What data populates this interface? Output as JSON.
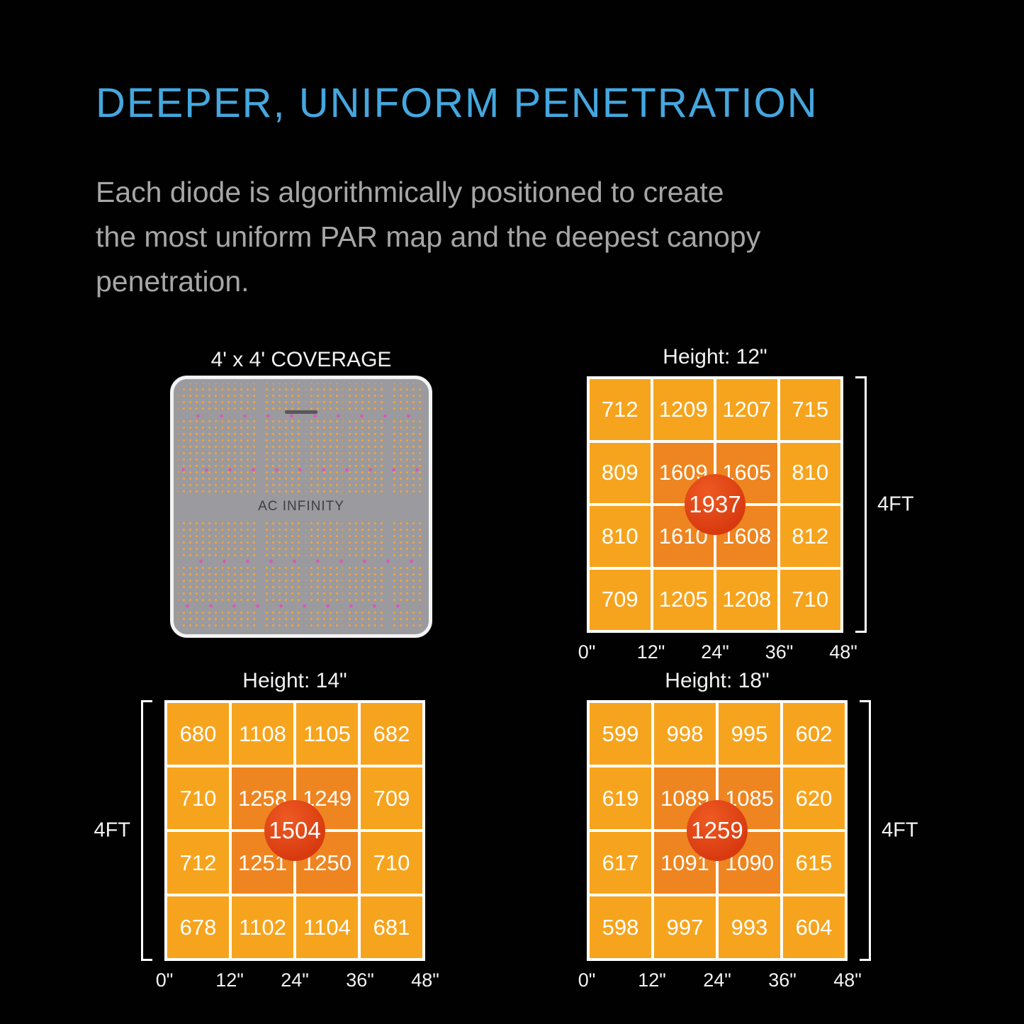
{
  "page": {
    "title": "DEEPER, UNIFORM PENETRATION",
    "description_lines": [
      "Each diode is algorithmically positioned to create",
      "the most uniform PAR map and the deepest canopy",
      "penetration."
    ]
  },
  "board": {
    "title": "4' x 4' COVERAGE",
    "brand": "AC INFINITY"
  },
  "colors": {
    "title_blue": "#45a7de",
    "cell_outer_orange": "#f6a41e",
    "cell_inner_orange": "#ee8520",
    "peak_red": "#d83a10",
    "board_gray": "#9b9a9e"
  },
  "chart_data": [
    {
      "type": "heatmap",
      "title": "Height: 12\"",
      "side": "right",
      "y_extent_label": "4FT",
      "x_ticks": [
        "0\"",
        "12\"",
        "24\"",
        "36\"",
        "48\""
      ],
      "grid_values": [
        [
          712,
          1209,
          1207,
          715
        ],
        [
          809,
          1609,
          1605,
          810
        ],
        [
          810,
          1610,
          1608,
          812
        ],
        [
          709,
          1205,
          1208,
          710
        ]
      ],
      "center_peak": 1937
    },
    {
      "type": "heatmap",
      "title": "Height: 14\"",
      "side": "left",
      "y_extent_label": "4FT",
      "x_ticks": [
        "0\"",
        "12\"",
        "24\"",
        "36\"",
        "48\""
      ],
      "grid_values": [
        [
          680,
          1108,
          1105,
          682
        ],
        [
          710,
          1258,
          1249,
          709
        ],
        [
          712,
          1251,
          1250,
          710
        ],
        [
          678,
          1102,
          1104,
          681
        ]
      ],
      "center_peak": 1504
    },
    {
      "type": "heatmap",
      "title": "Height: 18\"",
      "side": "right",
      "y_extent_label": "4FT",
      "x_ticks": [
        "0\"",
        "12\"",
        "24\"",
        "36\"",
        "48\""
      ],
      "grid_values": [
        [
          599,
          998,
          995,
          602
        ],
        [
          619,
          1089,
          1085,
          620
        ],
        [
          617,
          1091,
          1090,
          615
        ],
        [
          598,
          997,
          993,
          604
        ]
      ],
      "center_peak": 1259
    }
  ]
}
